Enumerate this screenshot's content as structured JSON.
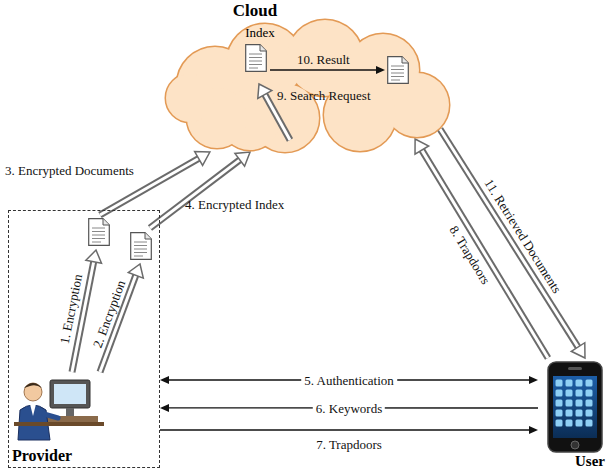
{
  "diagram": {
    "nodes": [
      {
        "text": [
          "Cloud"
        ]
      },
      {
        "text": [
          "Index"
        ],
        "in": 0
      },
      {
        "text": [
          "Provider"
        ]
      },
      {
        "text": [
          "User"
        ]
      }
    ],
    "edges": [
      {
        "from": 2,
        "to": 0,
        "label": "3. Encrypted Documents",
        "arrow": "to"
      },
      {
        "from": 2,
        "to": 0,
        "label": "4. Encrypted Index",
        "arrow": "to"
      },
      {
        "from": 2,
        "to": 3,
        "label": "5. Authentication",
        "arrow": "both"
      },
      {
        "from": 3,
        "to": 2,
        "label": "6. Keywords",
        "arrow": "to"
      },
      {
        "from": 2,
        "to": 3,
        "label": "7. Trapdoors",
        "arrow": "to"
      },
      {
        "from": 3,
        "to": 0,
        "label": "8. Trapdoors",
        "arrow": "to"
      },
      {
        "from": 0,
        "to": 3,
        "label": "11. Retrieved Documents",
        "arrow": "to"
      }
    ],
    "labels": [
      "1. Encryption",
      "2. Encryption",
      "9. Search Request",
      "10. Result"
    ]
  }
}
